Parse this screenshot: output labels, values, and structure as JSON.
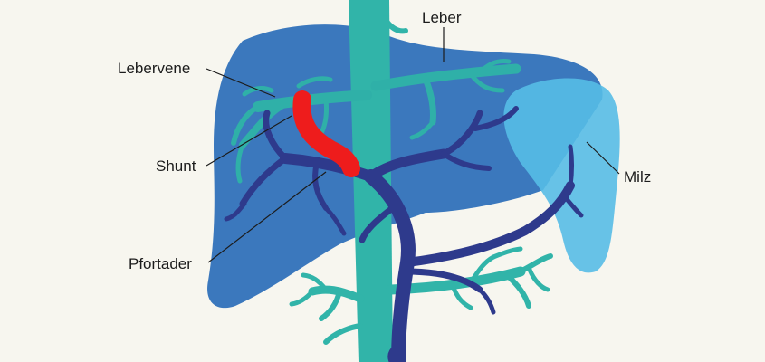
{
  "labels": {
    "leber": "Leber",
    "lebervene": "Lebervene",
    "shunt": "Shunt",
    "pfortader": "Pfortader",
    "milz": "Milz"
  },
  "colors": {
    "background": "#f7f6ef",
    "liver": "#3b78bd",
    "spleen": "#56bde6",
    "vena_cava": "#31b4a9",
    "hepatic_vein": "#2fb0a8",
    "portal_vein": "#2e3a8c",
    "shunt": "#ee1c1c",
    "leader_line": "#1c1c1c"
  }
}
